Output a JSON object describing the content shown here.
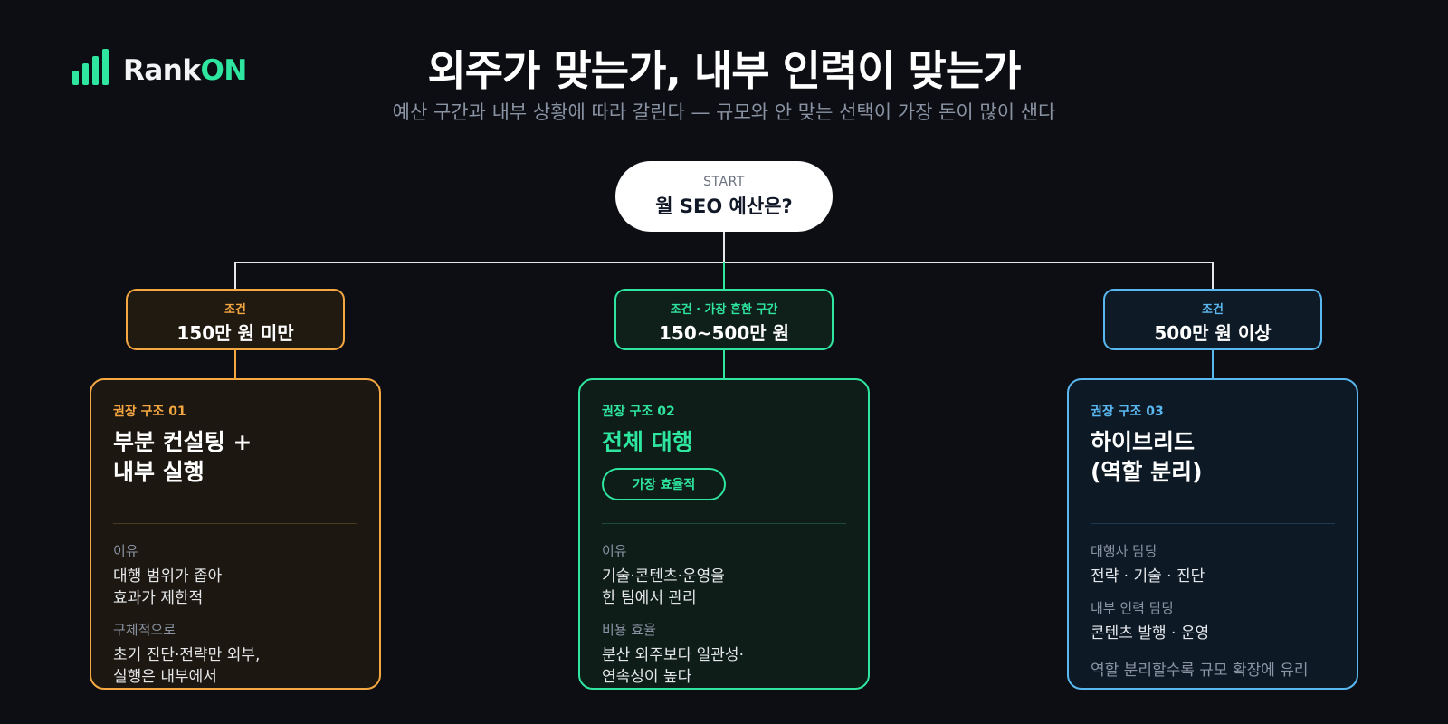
{
  "brand": {
    "name_part1": "Rank",
    "name_part2": "ON",
    "accent": "#2ee6a0",
    "icon": "bar-chart-logo-icon"
  },
  "header": {
    "title": "외주가 맞는가, 내부 인력이 맞는가",
    "subtitle": "예산 구간과 내부 상황에 따라 갈린다 — 규모와 안 맞는 선택이 가장 돈이 많이 샌다"
  },
  "start": {
    "label": "START",
    "question": "월 SEO 예산은?"
  },
  "colors": {
    "orange": "#f5a742",
    "green": "#2ee6a0",
    "blue": "#5ab8f0",
    "background": "#0c0e13"
  },
  "branches": [
    {
      "condition_label": "조건",
      "condition_value": "150만 원 미만",
      "card": {
        "tag": "권장 구조 01",
        "title": "부분 컨설팅 +\n내부 실행",
        "sections": [
          {
            "label": "이유",
            "value": "대행 범위가 좁아\n효과가 제한적"
          },
          {
            "label": "구체적으로",
            "value": "초기 진단·전략만 외부,\n실행은 내부에서"
          }
        ]
      }
    },
    {
      "condition_label": "조건 · 가장 흔한 구간",
      "condition_value": "150~500만 원",
      "card": {
        "tag": "권장 구조 02",
        "title": "전체 대행",
        "badge": "가장 효율적",
        "sections": [
          {
            "label": "이유",
            "value": "기술·콘텐츠·운영을\n한 팀에서 관리"
          },
          {
            "label": "비용 효율",
            "value": "분산 외주보다 일관성·\n연속성이 높다"
          }
        ]
      }
    },
    {
      "condition_label": "조건",
      "condition_value": "500만 원 이상",
      "card": {
        "tag": "권장 구조 03",
        "title": "하이브리드\n(역할 분리)",
        "sections": [
          {
            "label": "대행사 담당",
            "value": "전략 · 기술 · 진단"
          },
          {
            "label": "내부 인력 담당",
            "value": "콘텐츠 발행 · 운영"
          }
        ],
        "note": "역할 분리할수록 규모 확장에 유리"
      }
    }
  ]
}
